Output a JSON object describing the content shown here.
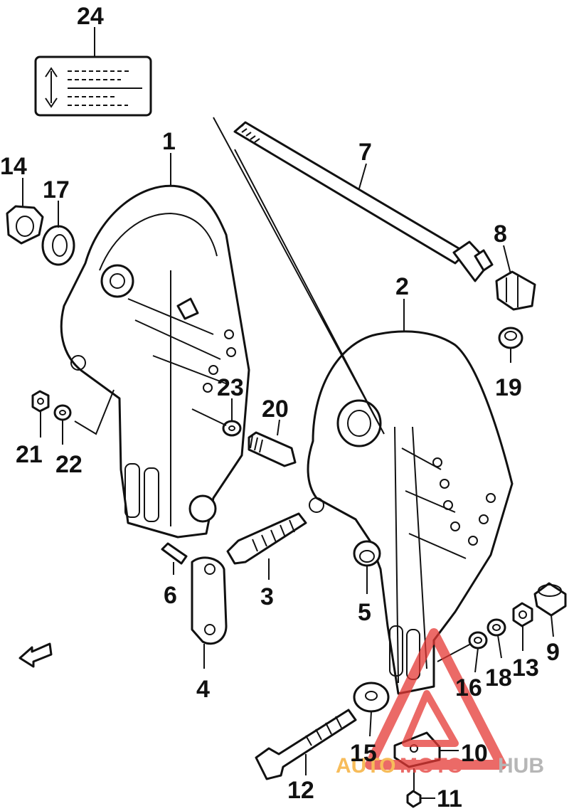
{
  "diagram": {
    "callouts": [
      "24",
      "1",
      "7",
      "14",
      "17",
      "8",
      "2",
      "19",
      "23",
      "20",
      "21",
      "22",
      "6",
      "3",
      "5",
      "4",
      "16",
      "18",
      "13",
      "9",
      "15",
      "10",
      "12",
      "11"
    ]
  },
  "watermark": {
    "text_part1": "AUTO",
    "text_part2": "MOTO",
    "text_part3": "HUB"
  },
  "colors": {
    "ink": "#111111",
    "watermark_red": "#e53935",
    "watermark_orange": "#f5a623",
    "watermark_gray": "#9e9e9e"
  }
}
